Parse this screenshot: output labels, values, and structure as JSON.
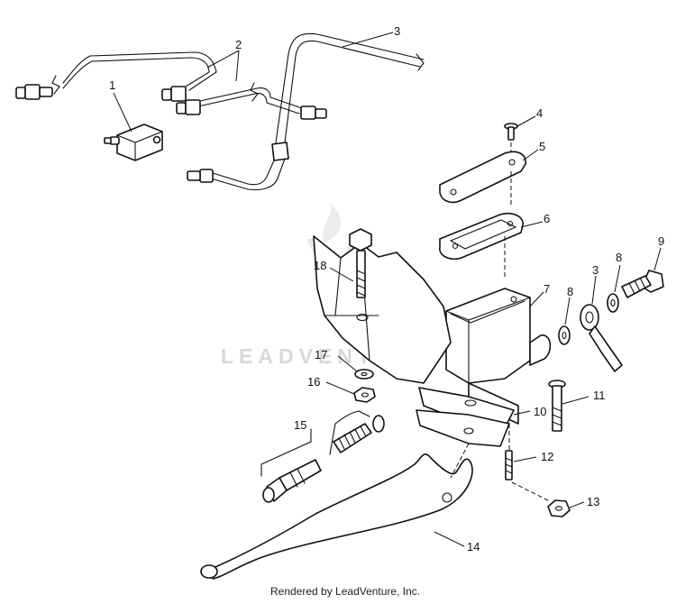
{
  "diagram": {
    "callouts": [
      "1",
      "2",
      "3",
      "4",
      "5",
      "6",
      "7",
      "8",
      "8",
      "3",
      "9",
      "18",
      "17",
      "16",
      "10",
      "11",
      "15",
      "12",
      "13",
      "14"
    ],
    "watermark": "LEADVENTURE",
    "footer": "Rendered by LeadVenture, Inc."
  }
}
